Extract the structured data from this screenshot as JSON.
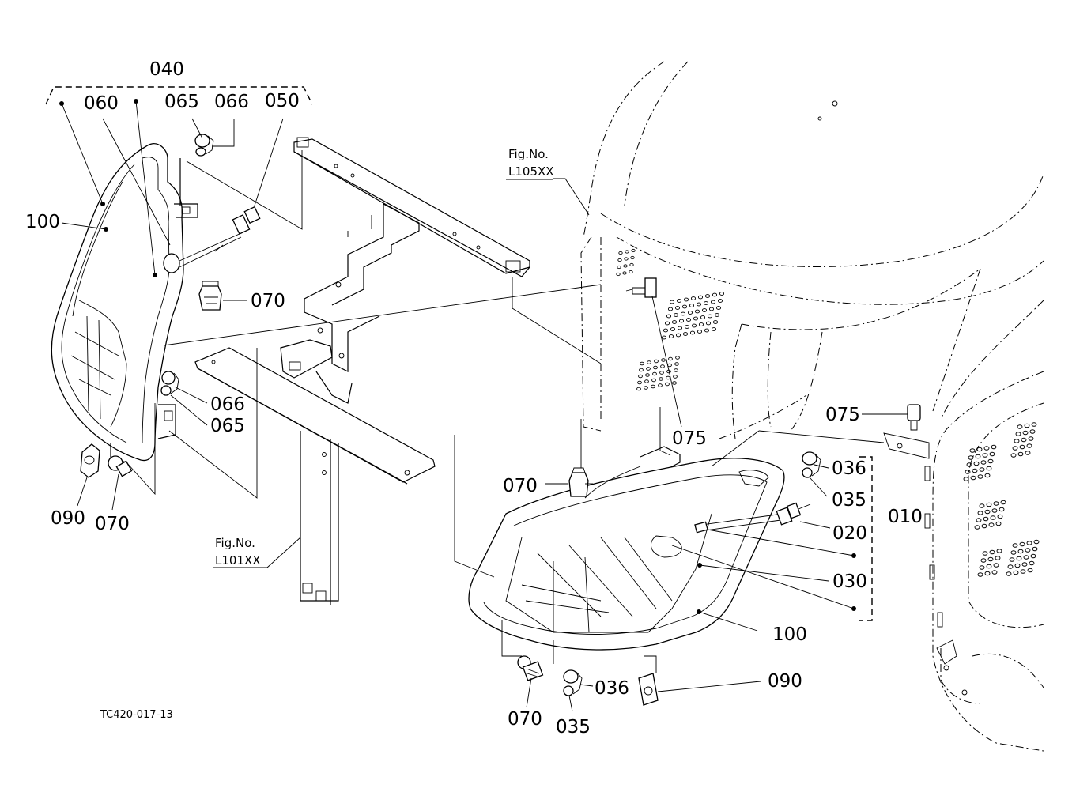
{
  "diagram": {
    "code": "TC420-017-13",
    "figure_refs": [
      {
        "id": "fig-l105",
        "line1": "Fig.No.",
        "line2": "L105XX"
      },
      {
        "id": "fig-l101",
        "line1": "Fig.No.",
        "line2": "L101XX"
      }
    ],
    "labels": {
      "assy_040": "040",
      "p060": "060",
      "p065_top": "065",
      "p066_top": "066",
      "p050": "050",
      "p100_left": "100",
      "p070_mid": "070",
      "p066_low": "066",
      "p065_low": "065",
      "p090_left": "090",
      "p070_left": "070",
      "p075_mid": "075",
      "p075_right": "075",
      "p070_right": "070",
      "p036_top": "036",
      "p035_top": "035",
      "assy_010": "010",
      "p020": "020",
      "p030": "030",
      "p100_right": "100",
      "p090_right": "090",
      "p036_low": "036",
      "p070_low": "070",
      "p035_low": "035"
    }
  }
}
